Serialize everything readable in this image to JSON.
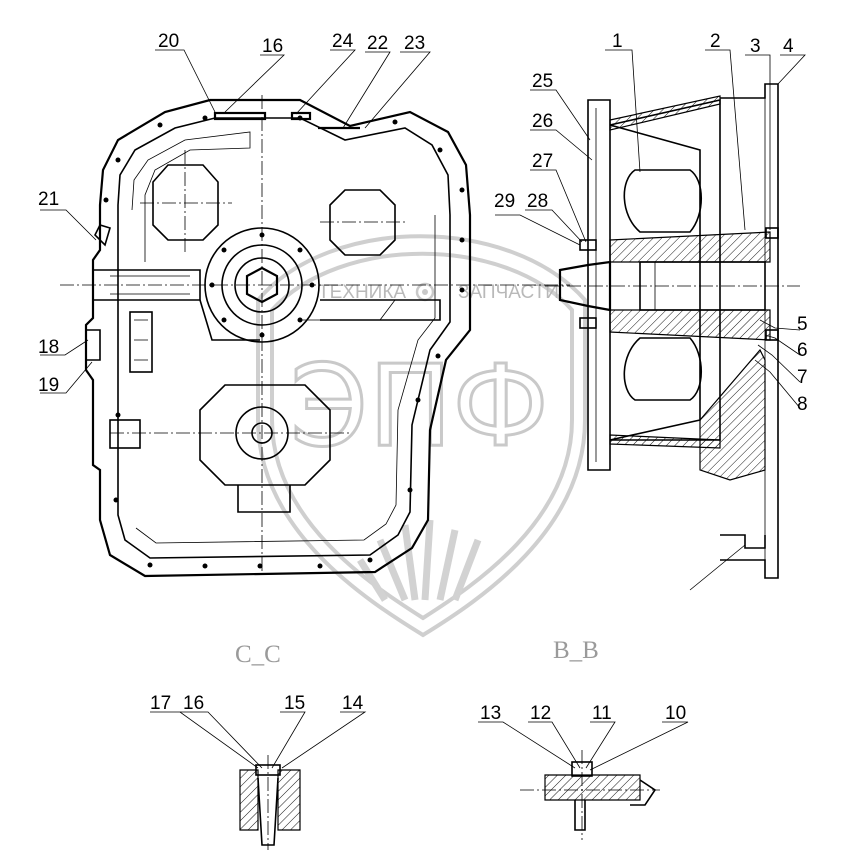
{
  "part_numbers": {
    "n1": "1",
    "n2": "2",
    "n3": "3",
    "n4": "4",
    "n5": "5",
    "n6": "6",
    "n7": "7",
    "n8": "8",
    "n10": "10",
    "n11": "11",
    "n12": "12",
    "n13": "13",
    "n14": "14",
    "n15": "15",
    "n16": "16",
    "n16b": "16",
    "n17": "17",
    "n18": "18",
    "n19": "19",
    "n20": "20",
    "n21": "21",
    "n22": "22",
    "n23": "23",
    "n24": "24",
    "n25": "25",
    "n26": "26",
    "n27": "27",
    "n28": "28",
    "n29": "29"
  },
  "section_labels": {
    "cc": "С_С",
    "bb": "B_B"
  },
  "watermark": {
    "brand_left": "ТЕХНИКА",
    "brand_right": "ЗАПЧАСТИ",
    "logo_letters": "ЭПФ"
  }
}
